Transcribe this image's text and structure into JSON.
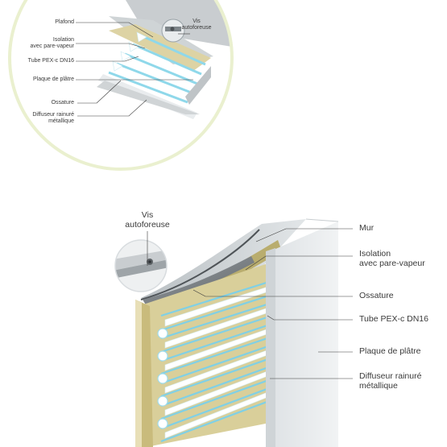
{
  "top_callout": {
    "labels": {
      "plafond": "Plafond",
      "vis": [
        "Vis",
        "autoforeuse"
      ],
      "isolation": [
        "Isolation",
        "avec pare-vapeur"
      ],
      "tube": "Tube PEX-c DN16",
      "plaque": "Plaque de plâtre",
      "ossature": "Ossature",
      "diffuseur": [
        "Diffuseur rainuré",
        "métallique"
      ]
    }
  },
  "wall_diagram": {
    "labels": {
      "vis": [
        "Vis",
        "autoforeuse"
      ],
      "mur": "Mur",
      "isolation": [
        "Isolation",
        "avec pare-vapeur"
      ],
      "ossature": "Ossature",
      "tube": "Tube PEX-c DN16",
      "plaque": "Plaque de plâtre",
      "diffuseur": [
        "Diffuseur rainuré",
        "métallique"
      ]
    }
  },
  "colors": {
    "insulation": "#d9cf9a",
    "insulation_dark": "#b8ab6c",
    "plaster": "#e7eaec",
    "metal": "#6f7478",
    "pipe": "#7fd0e6",
    "callout_border": "#eaf0cf",
    "leader": "#3a3a3a"
  }
}
